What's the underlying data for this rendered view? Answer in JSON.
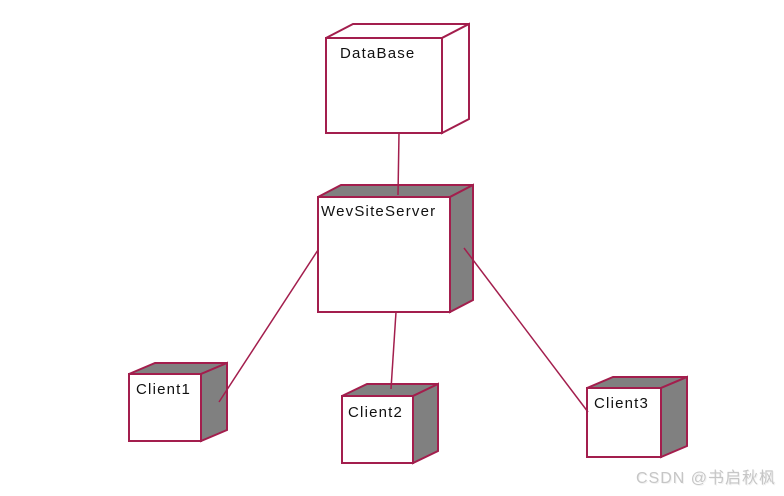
{
  "diagram": {
    "type": "uml-deployment-diagram",
    "nodes": [
      {
        "id": "database",
        "label": "DataBase",
        "shape": "cube",
        "front_fill": "#ffffff",
        "side_fill": "#ffffff"
      },
      {
        "id": "webserver",
        "label": "WevSiteServer",
        "shape": "cube",
        "front_fill": "#ffffff",
        "side_fill": "#808080"
      },
      {
        "id": "client1",
        "label": "Client1",
        "shape": "cube",
        "front_fill": "#ffffff",
        "side_fill": "#808080"
      },
      {
        "id": "client2",
        "label": "Client2",
        "shape": "cube",
        "front_fill": "#ffffff",
        "side_fill": "#808080"
      },
      {
        "id": "client3",
        "label": "Client3",
        "shape": "cube",
        "front_fill": "#ffffff",
        "side_fill": "#808080"
      }
    ],
    "connections": [
      {
        "from": "DataBase",
        "to": "WevSiteServer"
      },
      {
        "from": "WevSiteServer",
        "to": "Client1"
      },
      {
        "from": "WevSiteServer",
        "to": "Client2"
      },
      {
        "from": "WevSiteServer",
        "to": "Client3"
      }
    ],
    "colors": {
      "outline": "#a31e4d",
      "node_side_gray": "#808080",
      "node_front": "#ffffff",
      "label_text": "#111111",
      "background": "#ffffff"
    }
  },
  "watermark": {
    "text": "CSDN @书启秋枫",
    "color": "#c6c6c6"
  }
}
